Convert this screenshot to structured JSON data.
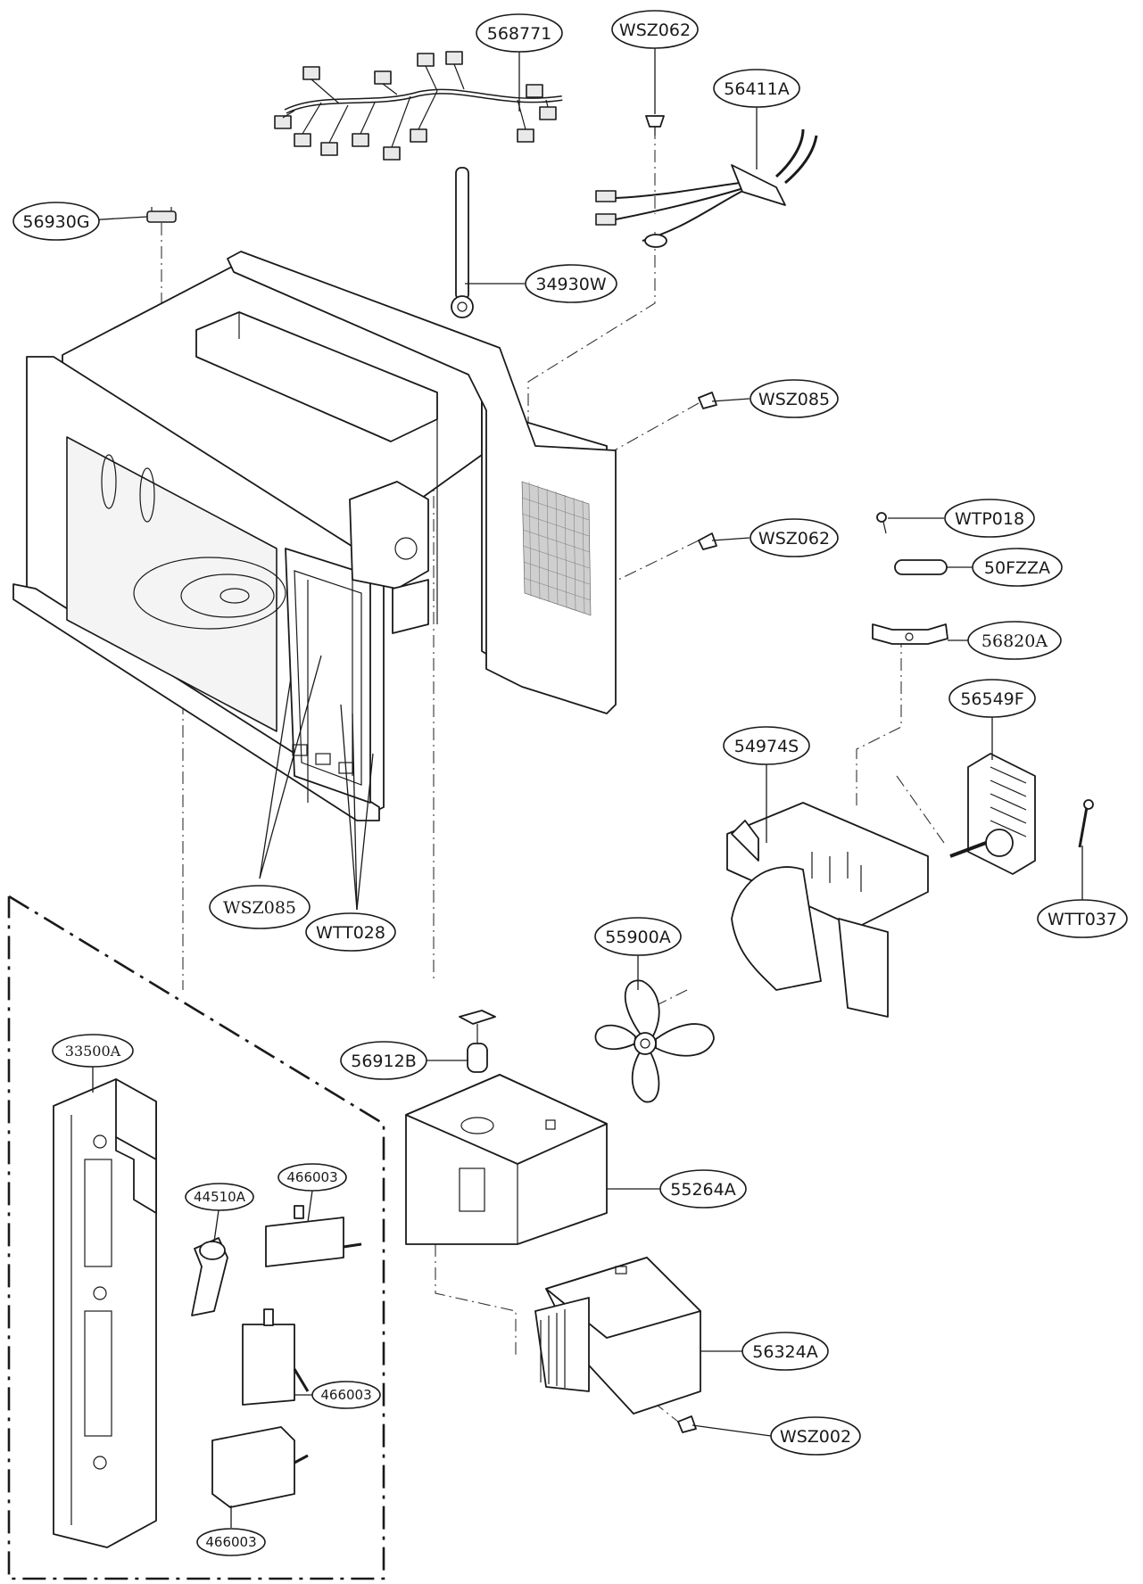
{
  "labels": {
    "p568771": "568771",
    "pWSZ062_top": "WSZ062",
    "p56411A": "56411A",
    "p56930G": "56930G",
    "p34930W": "34930W",
    "pWSZ085_right": "WSZ085",
    "pWSZ062_right": "WSZ062",
    "pWTP018": "WTP018",
    "p50FZZA": "50FZZA",
    "p56820A": "56820A",
    "p56549F": "56549F",
    "p54974S": "54974S",
    "pWTT037": "WTT037",
    "pWSZ085_bottom": "WSZ085",
    "pWTT028": "WTT028",
    "p55900A": "55900A",
    "p56912B": "56912B",
    "p33500A": "33500A",
    "p44510A": "44510A",
    "p466003_a": "466003",
    "p466003_b": "466003",
    "p466003_c": "466003",
    "p55264A": "55264A",
    "p56324A": "56324A",
    "pWSZ002": "WSZ002"
  }
}
